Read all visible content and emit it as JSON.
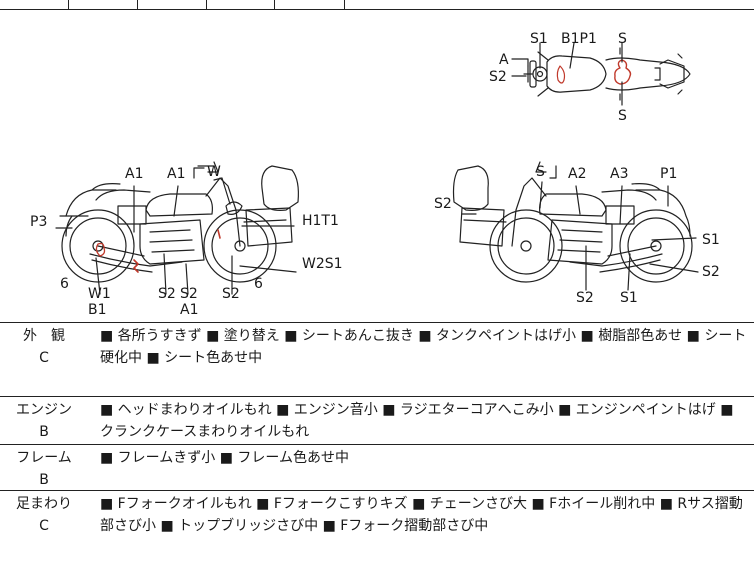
{
  "top_labels": {
    "a1_left": "A1",
    "a1_mid": "A1",
    "w_top": "W",
    "h1t1": "H1T1",
    "p3": "P3",
    "w2s1": "W2S1",
    "six_left": "6",
    "w1": "W1",
    "b1": "B1",
    "s2_a": "S2",
    "s2_b": "S2",
    "a1_bottom": "A1",
    "s2_c": "S2",
    "six_right": "6"
  },
  "top_view_labels": {
    "s1": "S1",
    "b1p1": "B1P1",
    "s_top": "S",
    "a": "A",
    "s2": "S2",
    "s_bottom": "S"
  },
  "right_labels": {
    "s": "S",
    "a2": "A2",
    "a3": "A3",
    "p1": "P1",
    "s2_left": "S2",
    "s1_right": "S1",
    "s2_right": "S2",
    "s2_bottom": "S2",
    "s1_bottom": "S1"
  },
  "table": [
    {
      "category": "外　観",
      "grade": "C",
      "text": "■ 各所うすきず ■ 塗り替え ■ シートあんこ抜き ■ タンクペイントはげ小 ■ 樹脂部色あせ ■ シート硬化中 ■ シート色あせ中"
    },
    {
      "category": "エンジン",
      "grade": "B",
      "text": "■ ヘッドまわりオイルもれ ■ エンジン音小 ■ ラジエターコアへこみ小 ■ エンジンペイントはげ ■ クランクケースまわりオイルもれ"
    },
    {
      "category": "フレーム",
      "grade": "B",
      "text": "■ フレームきず小 ■ フレーム色あせ中"
    },
    {
      "category": "足まわり",
      "grade": "C",
      "text": "■ Fフォークオイルもれ ■ Fフォークこすりキズ ■ チェーンさび大 ■ Fホイール削れ中 ■ Rサス摺動部さび小 ■ トップブリッジさび中 ■ Fフォーク摺動部さび中"
    }
  ],
  "colors": {
    "line": "#222222",
    "damage_mark": "#c0392b"
  }
}
